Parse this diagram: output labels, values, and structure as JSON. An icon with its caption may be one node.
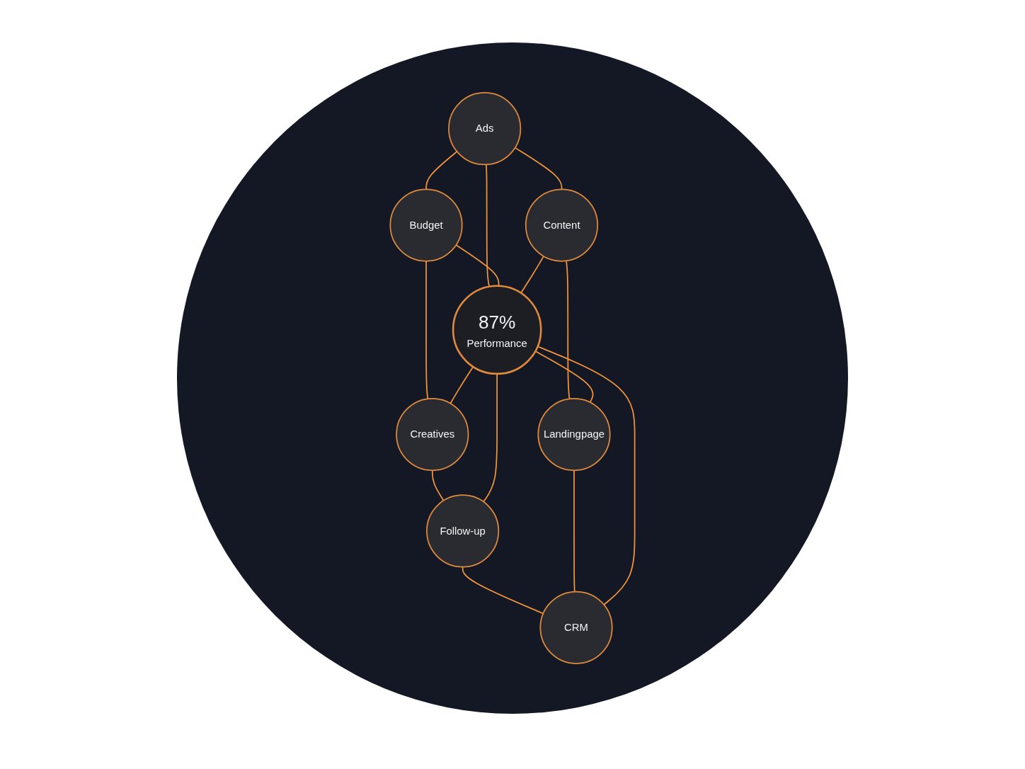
{
  "diagram": {
    "nodes": [
      {
        "text": [
          "Ads"
        ]
      },
      {
        "text": [
          "Budget"
        ]
      },
      {
        "text": [
          "Content"
        ]
      },
      {
        "text": [
          "87%",
          "Performance"
        ]
      },
      {
        "text": [
          "Creatives"
        ]
      },
      {
        "text": [
          "Landingpage"
        ]
      },
      {
        "text": [
          "Follow-up"
        ]
      },
      {
        "text": [
          "CRM"
        ]
      }
    ],
    "edges": [
      {
        "from": 0,
        "to": 1,
        "arrow": "none"
      },
      {
        "from": 1,
        "to": 4,
        "arrow": "none"
      },
      {
        "from": 4,
        "to": 6,
        "arrow": "none"
      },
      {
        "from": 6,
        "to": 7,
        "arrow": "none"
      },
      {
        "from": 5,
        "to": 7,
        "arrow": "none"
      },
      {
        "from": 2,
        "to": 5,
        "arrow": "none"
      },
      {
        "from": 0,
        "to": 2,
        "arrow": "none"
      },
      {
        "from": 0,
        "to": 3,
        "arrow": "none"
      },
      {
        "from": 1,
        "to": 3,
        "arrow": "none"
      },
      {
        "from": 2,
        "to": 3,
        "arrow": "none"
      },
      {
        "from": 3,
        "to": 4,
        "arrow": "none"
      },
      {
        "from": 3,
        "to": 5,
        "arrow": "none"
      },
      {
        "from": 3,
        "to": 6,
        "arrow": "none"
      },
      {
        "from": 3,
        "to": 7,
        "arrow": "none"
      }
    ]
  }
}
